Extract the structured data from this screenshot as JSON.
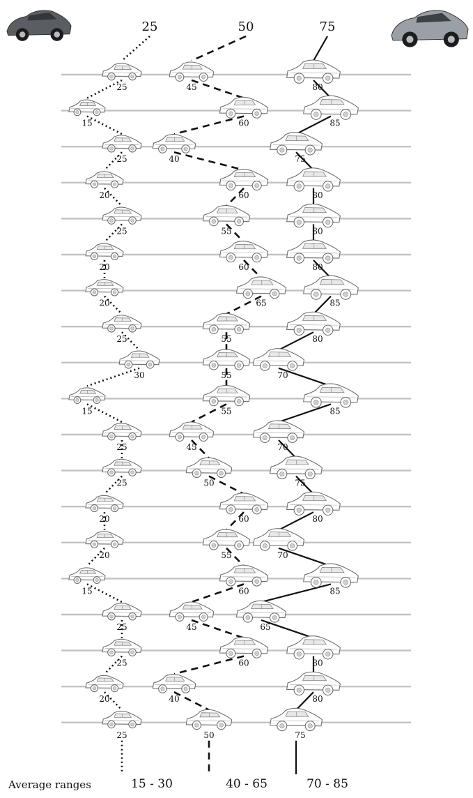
{
  "column_headers": [
    "25",
    "50",
    "75"
  ],
  "reference_images": [
    {
      "name": "small-car-reference-photo",
      "color": "#5a5d61"
    },
    {
      "name": "large-car-reference-photo",
      "color": "#9aa0a6"
    }
  ],
  "rows": [
    {
      "sketches": [
        {
          "col": 0,
          "value": 25,
          "style": "dotted"
        },
        {
          "col": 1,
          "value": 45,
          "style": "dashed"
        },
        {
          "col": 2,
          "value": 80,
          "style": "solid"
        }
      ]
    },
    {
      "sketches": [
        {
          "col": 0,
          "value": 15,
          "style": "dotted"
        },
        {
          "col": 1,
          "value": 60,
          "style": "dashed"
        },
        {
          "col": 2,
          "value": 85,
          "style": "solid"
        }
      ]
    },
    {
      "sketches": [
        {
          "col": 0,
          "value": 25,
          "style": "dotted"
        },
        {
          "col": 1,
          "value": 40,
          "style": "dashed"
        },
        {
          "col": 2,
          "value": 75,
          "style": "solid"
        }
      ]
    },
    {
      "sketches": [
        {
          "col": 0,
          "value": 20,
          "style": "dotted"
        },
        {
          "col": 1,
          "value": 60,
          "style": "dashed"
        },
        {
          "col": 2,
          "value": 80,
          "style": "solid"
        }
      ]
    },
    {
      "sketches": [
        {
          "col": 0,
          "value": 25,
          "style": "dotted"
        },
        {
          "col": 1,
          "value": 55,
          "style": "dashed"
        },
        {
          "col": 2,
          "value": 80,
          "style": "solid"
        }
      ]
    },
    {
      "sketches": [
        {
          "col": 0,
          "value": 20,
          "style": "dotted"
        },
        {
          "col": 1,
          "value": 60,
          "style": "dashed"
        },
        {
          "col": 2,
          "value": 80,
          "style": "solid"
        }
      ]
    },
    {
      "sketches": [
        {
          "col": 0,
          "value": 20,
          "style": "dotted"
        },
        {
          "col": 1,
          "value": 65,
          "style": "dashed"
        },
        {
          "col": 2,
          "value": 85,
          "style": "solid"
        }
      ]
    },
    {
      "sketches": [
        {
          "col": 0,
          "value": 25,
          "style": "dotted"
        },
        {
          "col": 1,
          "value": 55,
          "style": "dashed"
        },
        {
          "col": 2,
          "value": 80,
          "style": "solid"
        }
      ]
    },
    {
      "sketches": [
        {
          "col": 0,
          "value": 30,
          "style": "dotted"
        },
        {
          "col": 1,
          "value": 55,
          "style": "dashed"
        },
        {
          "col": 2,
          "value": 70,
          "style": "solid"
        }
      ]
    },
    {
      "sketches": [
        {
          "col": 0,
          "value": 15,
          "style": "dotted"
        },
        {
          "col": 1,
          "value": 55,
          "style": "dashed"
        },
        {
          "col": 2,
          "value": 85,
          "style": "solid"
        }
      ]
    },
    {
      "sketches": [
        {
          "col": 0,
          "value": 25,
          "style": "dotted"
        },
        {
          "col": 1,
          "value": 45,
          "style": "dashed"
        },
        {
          "col": 2,
          "value": 70,
          "style": "solid"
        }
      ]
    },
    {
      "sketches": [
        {
          "col": 0,
          "value": 25,
          "style": "dotted"
        },
        {
          "col": 1,
          "value": 50,
          "style": "dashed"
        },
        {
          "col": 2,
          "value": 75,
          "style": "solid"
        }
      ]
    },
    {
      "sketches": [
        {
          "col": 0,
          "value": 20,
          "style": "dotted"
        },
        {
          "col": 1,
          "value": 60,
          "style": "dashed"
        },
        {
          "col": 2,
          "value": 80,
          "style": "solid"
        }
      ]
    },
    {
      "sketches": [
        {
          "col": 0,
          "value": 20,
          "style": "dotted"
        },
        {
          "col": 1,
          "value": 55,
          "style": "dashed"
        },
        {
          "col": 2,
          "value": 70,
          "style": "solid"
        }
      ]
    },
    {
      "sketches": [
        {
          "col": 0,
          "value": 15,
          "style": "dotted"
        },
        {
          "col": 1,
          "value": 60,
          "style": "dashed"
        },
        {
          "col": 2,
          "value": 85,
          "style": "solid"
        }
      ]
    },
    {
      "sketches": [
        {
          "col": 0,
          "value": 25,
          "style": "dotted"
        },
        {
          "col": 1,
          "value": 45,
          "style": "dashed"
        },
        {
          "col": 2,
          "value": 65,
          "style": "solid"
        }
      ]
    },
    {
      "sketches": [
        {
          "col": 0,
          "value": 25,
          "style": "dotted"
        },
        {
          "col": 1,
          "value": 60,
          "style": "dashed"
        },
        {
          "col": 2,
          "value": 80,
          "style": "solid"
        }
      ]
    },
    {
      "sketches": [
        {
          "col": 0,
          "value": 20,
          "style": "dotted"
        },
        {
          "col": 1,
          "value": 40,
          "style": "dashed"
        },
        {
          "col": 2,
          "value": 80,
          "style": "solid"
        }
      ]
    },
    {
      "sketches": [
        {
          "col": 0,
          "value": 25,
          "style": "dotted"
        },
        {
          "col": 1,
          "value": 50,
          "style": "dashed"
        },
        {
          "col": 2,
          "value": 75,
          "style": "solid"
        }
      ]
    }
  ],
  "average_ranges": {
    "caption": "Average ranges",
    "values": [
      "15 - 30",
      "40 - 65",
      "70 - 85"
    ]
  },
  "colors": {
    "row_line": "#c2c2c2",
    "sketch_stroke": "#555555",
    "connector": "#111111"
  }
}
